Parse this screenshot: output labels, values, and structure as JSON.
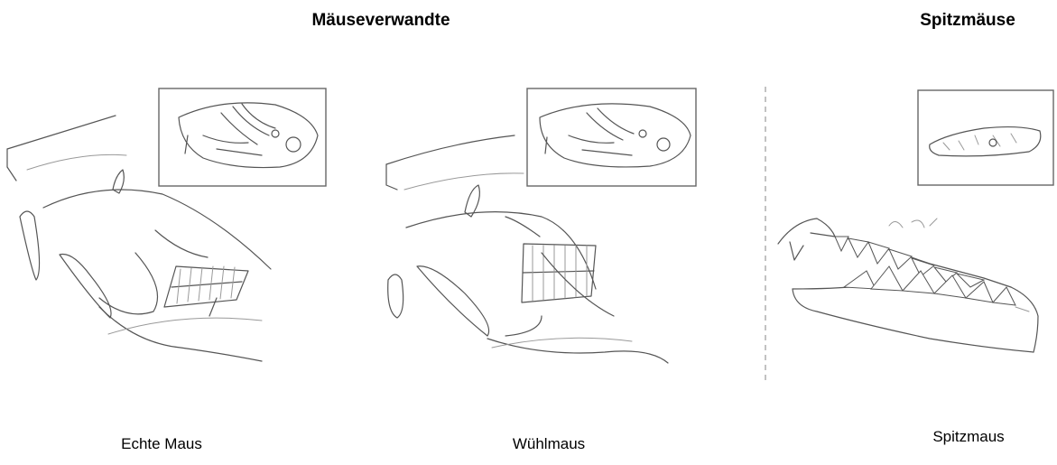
{
  "headings": {
    "group_left": "Mäuseverwandte",
    "group_right": "Spitzmäuse"
  },
  "captions": {
    "echte_maus": "Echte Maus",
    "wuehlmaus": "Wühlmaus",
    "spitzmaus": "Spitzmaus"
  }
}
